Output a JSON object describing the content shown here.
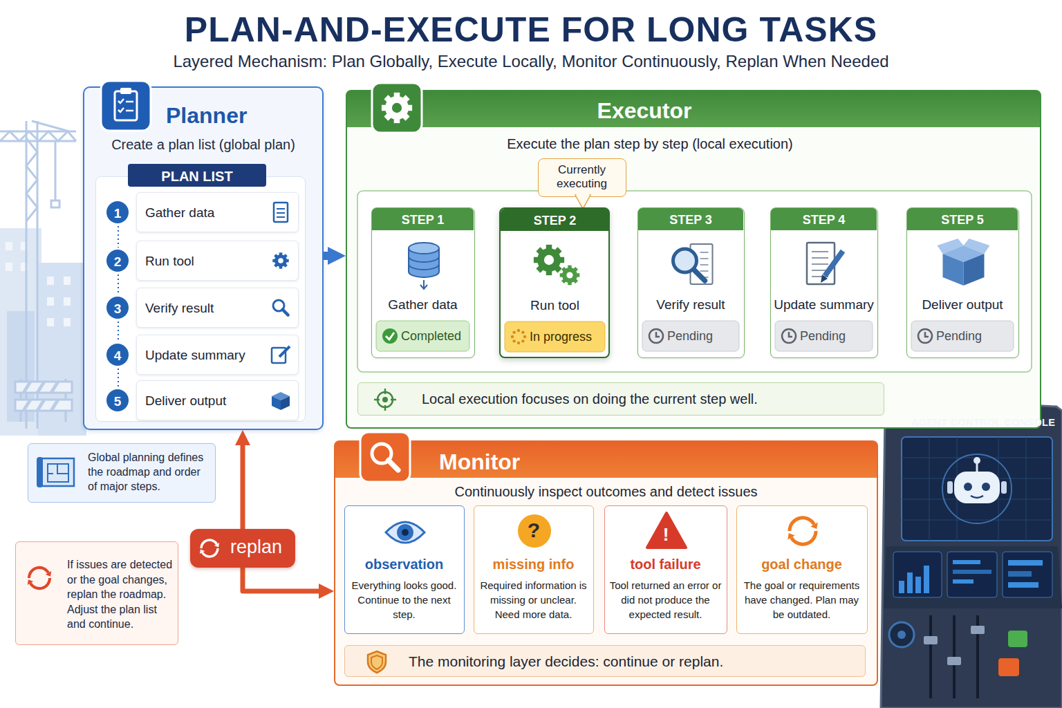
{
  "diagram": {
    "title": "PLAN-AND-EXECUTE FOR LONG TASKS",
    "caption": "Layered Mechanism: Plan Globally, Execute Locally, Monitor Continuously, Replan When Needed",
    "nodes": [
      {
        "text": [
          "Planner",
          "Create a plan list (global plan)"
        ]
      },
      {
        "text": [
          "PLAN LIST"
        ],
        "in": 0
      },
      {
        "text": [
          "1",
          "Gather data"
        ],
        "in": 1
      },
      {
        "text": [
          "2",
          "Run tool"
        ],
        "in": 1
      },
      {
        "text": [
          "3",
          "Verify result"
        ],
        "in": 1
      },
      {
        "text": [
          "4",
          "Update summary"
        ],
        "in": 1
      },
      {
        "text": [
          "5",
          "Deliver output"
        ],
        "in": 1
      },
      {
        "text": [
          "Executor",
          "Execute the plan step by step (local execution)"
        ]
      },
      {
        "text": [
          "Currently executing"
        ],
        "in": 7
      },
      {
        "text": [
          "STEP 1",
          "Gather data",
          "Completed"
        ],
        "in": 7
      },
      {
        "text": [
          "STEP 2",
          "Run tool",
          "In progress"
        ],
        "in": 7
      },
      {
        "text": [
          "STEP 3",
          "Verify result",
          "Pending"
        ],
        "in": 7
      },
      {
        "text": [
          "STEP 4",
          "Update summary",
          "Pending"
        ],
        "in": 7
      },
      {
        "text": [
          "STEP 5",
          "Deliver output",
          "Pending"
        ],
        "in": 7
      },
      {
        "text": [
          "Local execution focuses on doing the current step well."
        ],
        "in": 7
      },
      {
        "text": [
          "Global planning defines the roadmap and order of major steps."
        ]
      },
      {
        "text": [
          "If issues are detected or the goal changes, replan the roadmap. Adjust the plan list and continue."
        ]
      },
      {
        "text": [
          "replan"
        ]
      },
      {
        "text": [
          "Monitor",
          "Continuously inspect outcomes and detect issues"
        ]
      },
      {
        "text": [
          "observation",
          "Everything looks good. Continue to the next step."
        ],
        "in": 18
      },
      {
        "text": [
          "?",
          "missing info",
          "Required information is missing or unclear. Need more data."
        ],
        "in": 18
      },
      {
        "text": [
          "!",
          "tool failure",
          "Tool returned an error or did not produce the expected result."
        ],
        "in": 18
      },
      {
        "text": [
          "goal change",
          "The goal or requirements have changed. Plan may be outdated."
        ],
        "in": 18
      },
      {
        "text": [
          "The monitoring layer decides: continue or replan."
        ],
        "in": 18
      },
      {
        "text": [
          "AGENT CONTROL CONSOLE"
        ]
      }
    ],
    "edges": [
      {
        "from": 0,
        "to": 7,
        "arrow": "to"
      },
      {
        "from": 9,
        "to": 10,
        "arrow": "to"
      },
      {
        "from": 10,
        "to": 11,
        "arrow": "to"
      },
      {
        "from": 11,
        "to": 12,
        "arrow": "to"
      },
      {
        "from": 12,
        "to": 13,
        "arrow": "to"
      },
      {
        "from": 17,
        "to": 0,
        "arrow": "to"
      },
      {
        "from": 17,
        "to": 18,
        "arrow": "to"
      }
    ]
  }
}
